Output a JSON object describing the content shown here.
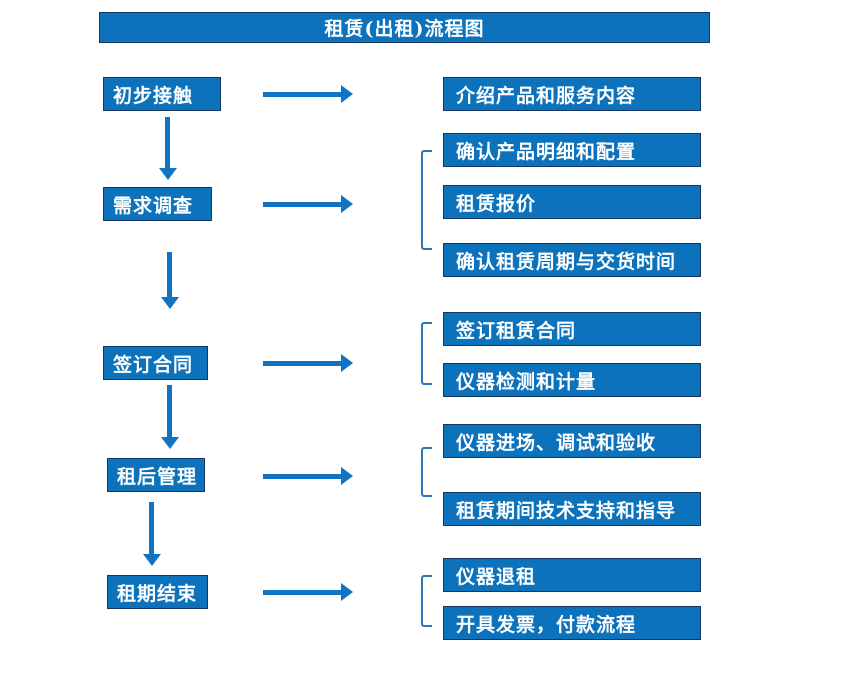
{
  "title": "租赁(出租)流程图",
  "colors": {
    "box_fill": "#0c72bc",
    "box_border": "#15375f",
    "arrow": "#1173c4",
    "bracket": "#2e75b6",
    "text": "#ffffff",
    "background": "#ffffff"
  },
  "flow": [
    {
      "step": "初步接触",
      "details": [
        "介绍产品和服务内容"
      ]
    },
    {
      "step": "需求调查",
      "details": [
        "确认产品明细和配置",
        "租赁报价",
        "确认租赁周期与交货时间"
      ]
    },
    {
      "step": "签订合同",
      "details": [
        "签订租赁合同",
        "仪器检测和计量"
      ]
    },
    {
      "step": "租后管理",
      "details": [
        "仪器进场、调试和验收",
        "租赁期间技术支持和指导"
      ]
    },
    {
      "step": "租期结束",
      "details": [
        "仪器退租",
        "开具发票，付款流程"
      ]
    }
  ]
}
